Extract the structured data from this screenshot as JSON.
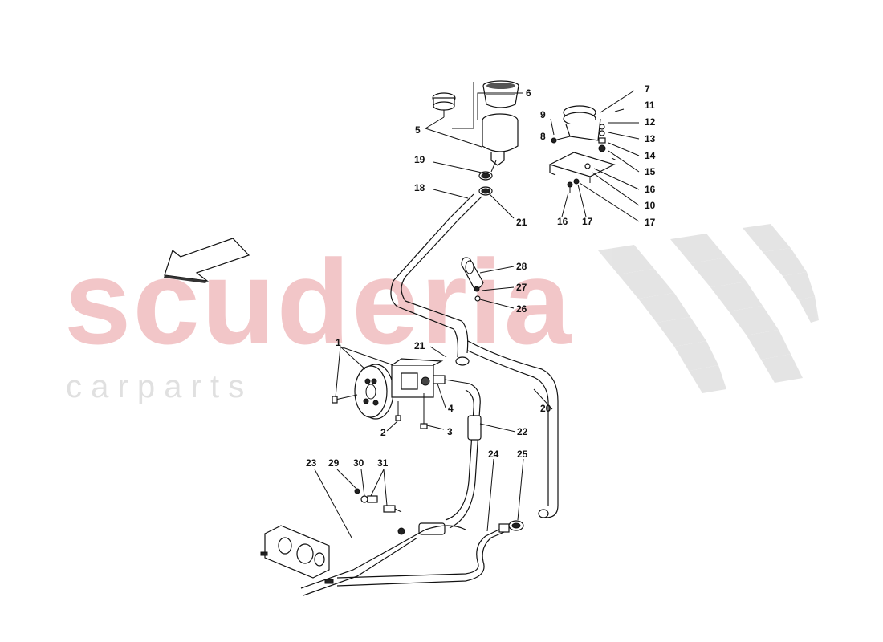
{
  "watermark": {
    "main": "scuderia",
    "sub": "c a r   p a r t s",
    "main_color": "#f2c6c8",
    "check_color": "#d8d8d8"
  },
  "labels": {
    "l1": "1",
    "l2": "2",
    "l3": "3",
    "l4": "4",
    "l5": "5",
    "l6": "6",
    "l7": "7",
    "l8": "8",
    "l9": "9",
    "l10": "10",
    "l11": "11",
    "l12": "12",
    "l13": "13",
    "l14": "14",
    "l15": "15",
    "l16a": "16",
    "l16b": "16",
    "l17a": "17",
    "l17b": "17",
    "l18": "18",
    "l19": "19",
    "l20": "20",
    "l21a": "21",
    "l21b": "21",
    "l22": "22",
    "l23": "23",
    "l24": "24",
    "l25": "25",
    "l26": "26",
    "l27": "27",
    "l28": "28",
    "l29": "29",
    "l30": "30",
    "l31": "31"
  },
  "icons": {
    "direction": "direction-arrow-icon"
  }
}
